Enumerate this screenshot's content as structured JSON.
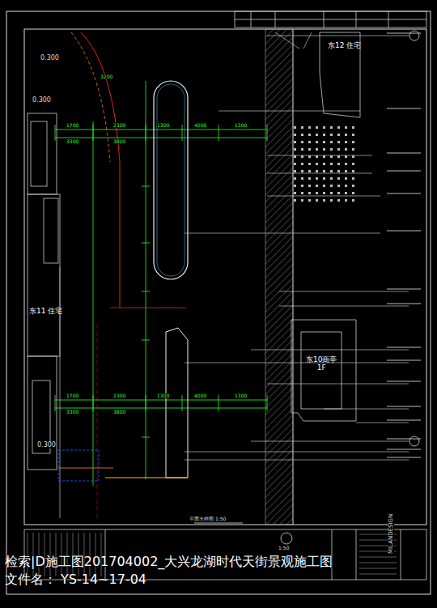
{
  "diagram": {
    "nodes": [
      {
        "text": [
          "东12 住宅"
        ]
      },
      {
        "text": [
          "东11 住宅"
        ]
      },
      {
        "text": [
          "东10商亭",
          "1F"
        ]
      }
    ],
    "labels": [
      "0.300",
      "0.300",
      "0.300",
      "3200",
      "1700",
      "2300",
      "1300",
      "4000",
      "1300",
      "3300",
      "3800",
      "1700",
      "2300",
      "1300",
      "4000",
      "1300",
      "3300",
      "3800",
      "平面大样图 1:50",
      "1:50",
      "检索|D施工图201704002_大兴龙湖时代天街景观施工图",
      "文件名： YS-14~17-04",
      "MILANDESIGN"
    ]
  }
}
